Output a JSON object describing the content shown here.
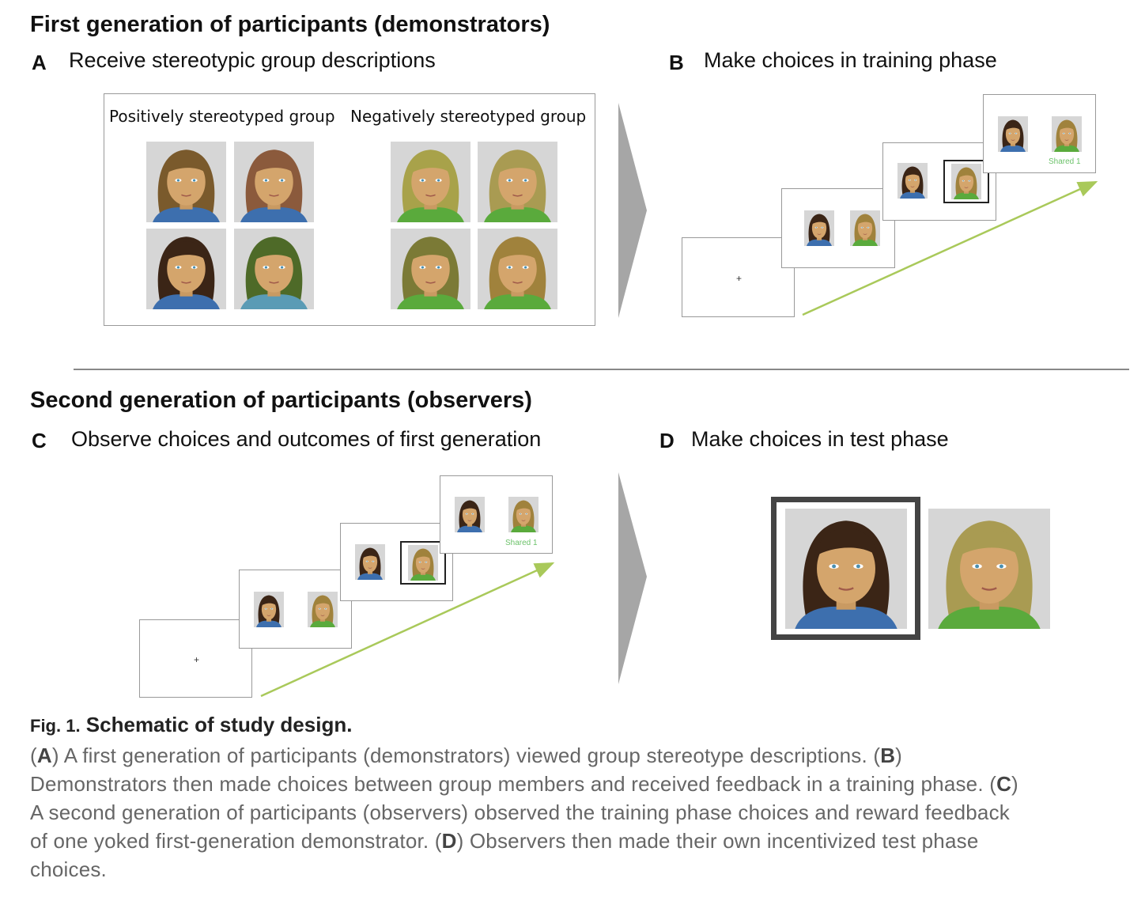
{
  "generation1": {
    "title": "First generation of participants (demonstrators)",
    "panelA": {
      "letter": "A",
      "title": "Receive stereotypic group descriptions",
      "positive_label": "Positively stereotyped group",
      "negative_label": "Negatively stereotyped group"
    },
    "panelB": {
      "letter": "B",
      "title": "Make choices in training phase",
      "feedback": "Shared 1",
      "fixation": "+"
    }
  },
  "generation2": {
    "title": "Second generation of participants (observers)",
    "panelC": {
      "letter": "C",
      "title": "Observe choices and outcomes of first generation",
      "feedback": "Shared 1",
      "fixation": "+"
    },
    "panelD": {
      "letter": "D",
      "title": "Make choices in test phase"
    }
  },
  "colors": {
    "arrow_line": "#a9c95a",
    "chevron": "#a6a6a6",
    "selection_frame": "#444444"
  },
  "faces": {
    "pos1": {
      "hair": "#7a5a2c",
      "shirt": "#3d6fae"
    },
    "pos2": {
      "hair": "#8b5a3c",
      "shirt": "#3d6fae"
    },
    "pos3": {
      "hair": "#3b2516",
      "shirt": "#3d6fae"
    },
    "pos4": {
      "hair": "#4e6a28",
      "shirt": "#5a9bb5"
    },
    "neg1": {
      "hair": "#a8a24a",
      "shirt": "#5aaa3c"
    },
    "neg2": {
      "hair": "#a99b52",
      "shirt": "#5aaa3c"
    },
    "neg3": {
      "hair": "#7b7a36",
      "shirt": "#5aaa3c"
    },
    "neg4": {
      "hair": "#a0823c",
      "shirt": "#5aaa3c"
    }
  },
  "caption": {
    "fig_label": "Fig. 1.",
    "title": "Schematic of study design.",
    "lines": [
      [
        [
          "(",
          0
        ],
        [
          "A",
          1
        ],
        [
          ") A first generation of participants (demonstrators) viewed group stereotype descriptions. (",
          0
        ],
        [
          "B",
          1
        ],
        [
          ")",
          0
        ]
      ],
      [
        [
          "Demonstrators then made choices between group members and received feedback in a training phase. (",
          0
        ],
        [
          "C",
          1
        ],
        [
          ")",
          0
        ]
      ],
      [
        [
          "A second generation of participants (observers) observed the training phase choices and reward feedback",
          0
        ]
      ],
      [
        [
          "of one yoked first-generation demonstrator. (",
          0
        ],
        [
          "D",
          1
        ],
        [
          ") Observers then made their own incentivized test phase",
          0
        ]
      ],
      [
        [
          "choices.",
          0
        ]
      ]
    ]
  }
}
